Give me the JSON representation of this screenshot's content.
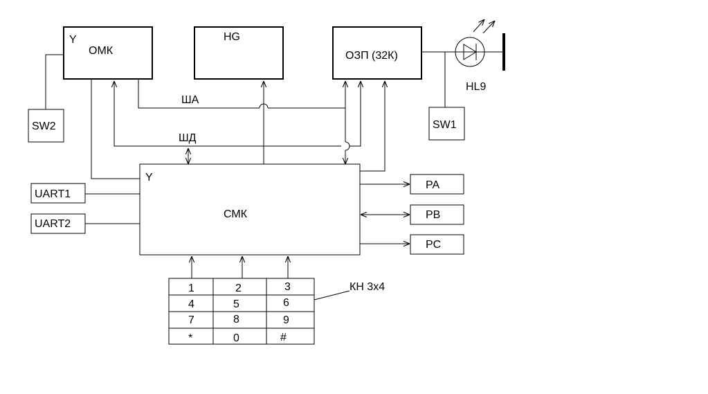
{
  "blocks": {
    "omk": {
      "y_label": "Y",
      "label": "ОМК"
    },
    "hg": {
      "label": "HG"
    },
    "ozp": {
      "label": "ОЗП (32К)"
    },
    "hl9": {
      "label": "HL9"
    },
    "sw1": {
      "label": "SW1"
    },
    "sw2": {
      "label": "SW2"
    },
    "smk": {
      "y_label": "Y",
      "label": "СМК"
    },
    "uart1": {
      "label": "UART1"
    },
    "uart2": {
      "label": "UART2"
    },
    "pa": {
      "label": "PA"
    },
    "pb": {
      "label": "PB"
    },
    "pc": {
      "label": "PC"
    }
  },
  "buses": {
    "sha": "ША",
    "shd": "ШД"
  },
  "keypad": {
    "label": "КН 3x4",
    "keys": [
      "1",
      "2",
      "3",
      "4",
      "5",
      "6",
      "7",
      "8",
      "9",
      "*",
      "0",
      "#"
    ]
  }
}
